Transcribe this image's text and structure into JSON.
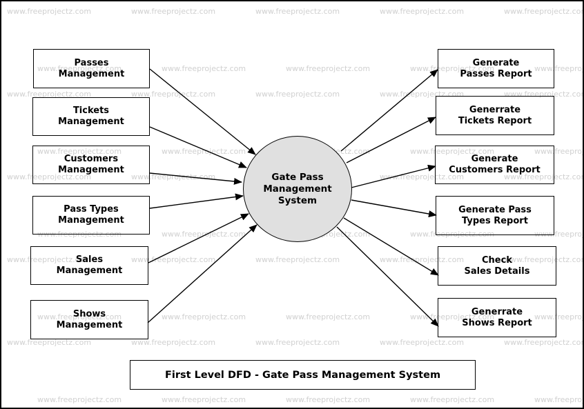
{
  "watermark": "www.freeprojectz.com",
  "process": {
    "label": "Gate Pass\nManagement\nSystem",
    "fill": "#e0e0e0"
  },
  "inputs": [
    {
      "id": "passes",
      "label": "Passes\nManagement"
    },
    {
      "id": "tickets",
      "label": "Tickets\nManagement"
    },
    {
      "id": "customers",
      "label": "Customers\nManagement"
    },
    {
      "id": "pass-types",
      "label": "Pass Types\nManagement"
    },
    {
      "id": "sales",
      "label": "Sales\nManagement"
    },
    {
      "id": "shows",
      "label": "Shows\nManagement"
    }
  ],
  "outputs": [
    {
      "id": "passes-report",
      "label": "Generate\nPasses Report"
    },
    {
      "id": "tickets-report",
      "label": "Generrate\nTickets Report"
    },
    {
      "id": "customers-report",
      "label": "Generate\nCustomers Report"
    },
    {
      "id": "pass-types-report",
      "label": "Generate Pass\nTypes Report"
    },
    {
      "id": "sales-details",
      "label": "Check\nSales Details"
    },
    {
      "id": "shows-report",
      "label": "Generrate\nShows Report"
    }
  ],
  "caption": "First Level DFD - Gate Pass Management System"
}
